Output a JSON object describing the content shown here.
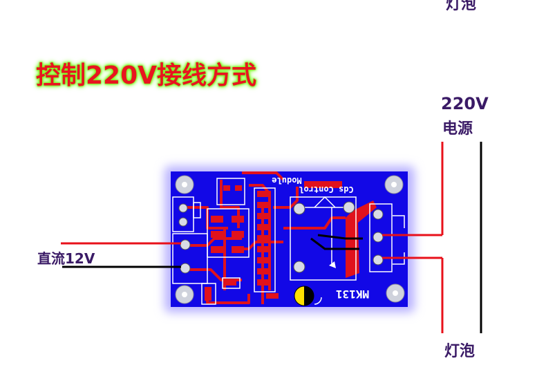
{
  "title": "控制220V接线方式",
  "labels": {
    "top_bulb": "灯泡",
    "power_voltage": "220V",
    "power_source": "电源",
    "bottom_bulb": "灯泡",
    "dc_input": "直流12V"
  },
  "board": {
    "silkscreen_line1": "Cds Control",
    "silkscreen_line2": "Module",
    "model": "MK131"
  },
  "colors": {
    "title_text": "#e8151f",
    "title_glow": "#7dff1e",
    "label_text": "#3a1a66",
    "board": "#1208e6",
    "trace": "#e0121c",
    "wire_positive": "#e8101a",
    "wire_negative": "#000000"
  }
}
